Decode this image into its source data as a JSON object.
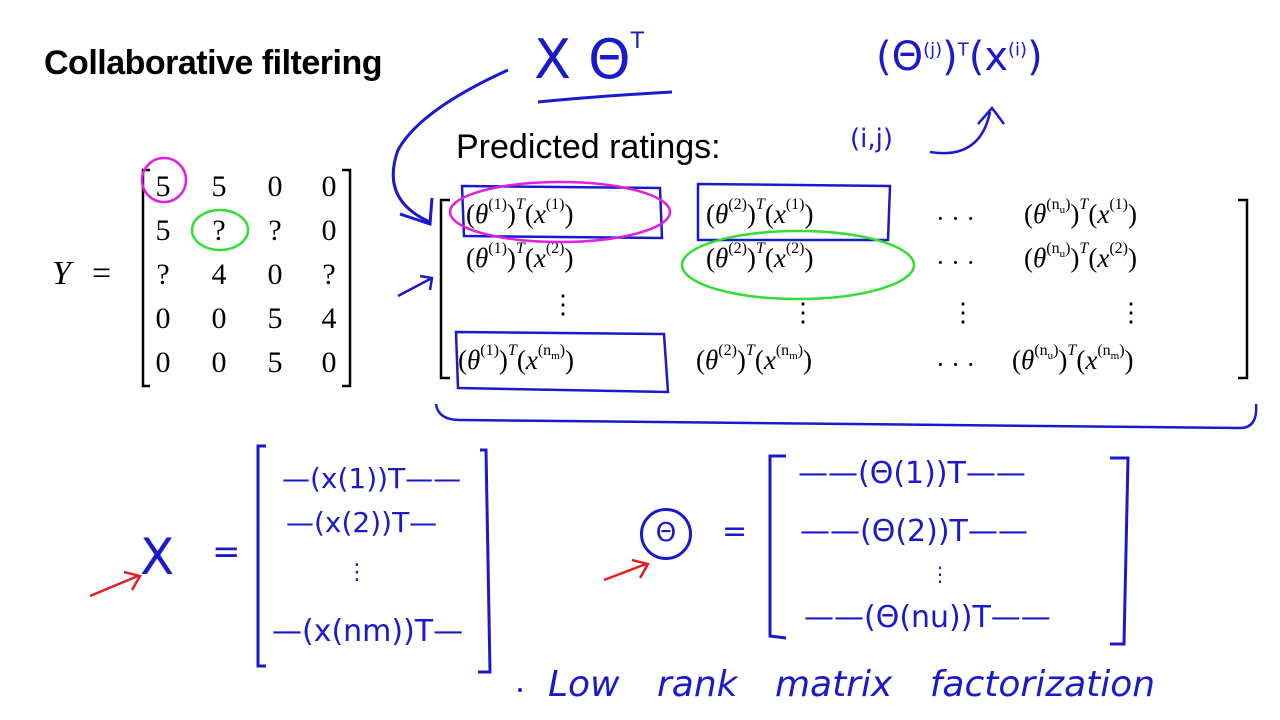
{
  "slide": {
    "title": "Collaborative filtering",
    "subtitle": "Predicted ratings:"
  },
  "ratings_matrix": {
    "label": "Y",
    "equals": "=",
    "rows": [
      [
        "5",
        "5",
        "0",
        "0"
      ],
      [
        "5",
        "?",
        "?",
        "0"
      ],
      [
        "?",
        "4",
        "0",
        "?"
      ],
      [
        "0",
        "0",
        "5",
        "4"
      ],
      [
        "0",
        "0",
        "5",
        "0"
      ]
    ],
    "highlighted": [
      {
        "row": 0,
        "col": 0,
        "color": "#e020e0"
      },
      {
        "row": 1,
        "col": 1,
        "color": "#33dd33"
      }
    ]
  },
  "predicted_matrix": {
    "rows": [
      [
        "(θ(1))T(x(1))",
        "(θ(2))T(x(1))",
        "…",
        "(θ(nu))T(x(1))"
      ],
      [
        "(θ(1))T(x(2))",
        "(θ(2))T(x(2))",
        "…",
        "(θ(nu))T(x(2))"
      ],
      [
        "⋮",
        "⋮",
        "⋮",
        "⋮"
      ],
      [
        "(θ(1))T(x(nm))",
        "(θ(2))T(x(nm))",
        "…",
        "(θ(nu))T(x(nm))"
      ]
    ],
    "cells": {
      "theta": "θ",
      "x": "x",
      "T": "T",
      "sup1": "(1)",
      "sup2": "(2)",
      "supnu": "(n",
      "supnu_sub": "u",
      "supnm": "(n",
      "supnm_sub": "m",
      "close": ")",
      "lp": "(",
      "rp": ")",
      "hdots": "· · ·",
      "vdots": "⋮"
    }
  },
  "annotations": {
    "product": "X Θ",
    "product_sup": "T",
    "formula": "(Θ(j))T(x(i))",
    "index_pair": "(i,j)",
    "ink_blue": "#1a1acc",
    "ink_red": "#e02020",
    "ink_magenta": "#e020e0",
    "ink_green": "#33dd33"
  },
  "x_matrix": {
    "label": "X",
    "equals": "=",
    "rows": [
      "—(x(1))T——",
      "—(x(2))T—",
      "⋮",
      "—(x(nm))T—"
    ]
  },
  "theta_matrix": {
    "label": "Θ",
    "equals": "=",
    "rows": [
      "——(Θ(1))T——",
      "——(Θ(2))T——",
      "⋮",
      "——(Θ(nu))T——"
    ]
  },
  "footer_note": "Low rank matrix factorization"
}
